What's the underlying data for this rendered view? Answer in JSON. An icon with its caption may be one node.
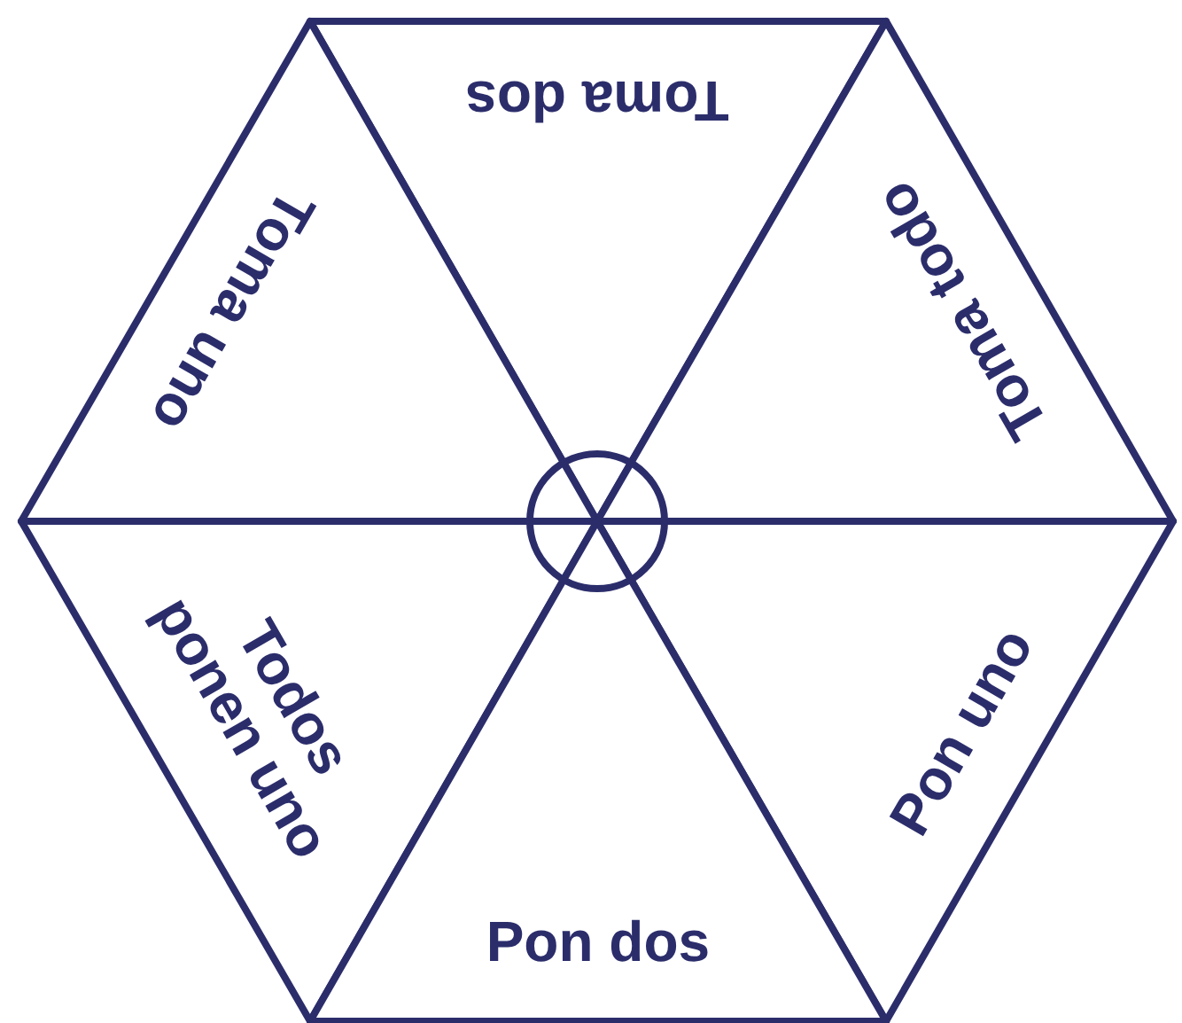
{
  "diagram": {
    "nodes": [
      {
        "text": [
          "Toma dos"
        ]
      },
      {
        "text": [
          "Toma uno"
        ]
      },
      {
        "text": [
          "Toma todo"
        ]
      },
      {
        "text": [
          "Todos ponen uno"
        ]
      },
      {
        "text": [
          "Pon uno"
        ]
      },
      {
        "text": [
          "Pon dos"
        ]
      },
      {
        "text": [],
        "shape": "circle"
      }
    ]
  }
}
